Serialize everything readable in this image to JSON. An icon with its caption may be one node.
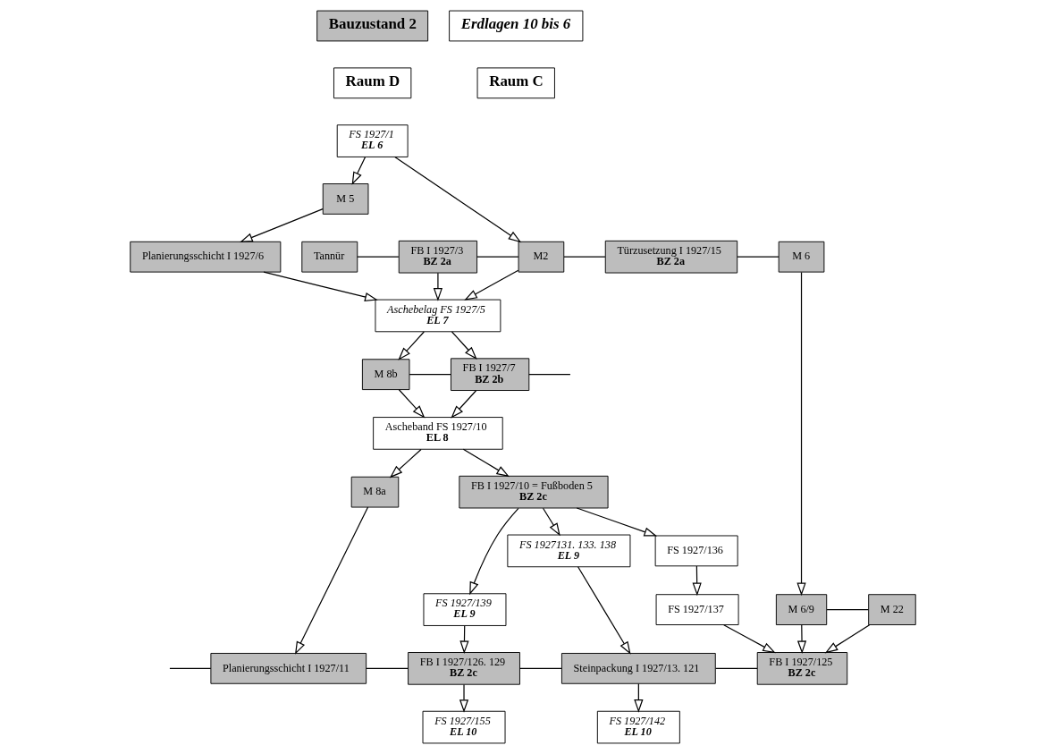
{
  "diagram": {
    "nodes": [
      {
        "text": [
          "Bauzustand 2"
        ]
      },
      {
        "text": [
          "Erdlagen 10 bis 6"
        ]
      },
      {
        "text": [
          "Raum D"
        ]
      },
      {
        "text": [
          "Raum C"
        ]
      },
      {
        "text": [
          "FS 1927/1",
          "EL 6"
        ]
      },
      {
        "text": [
          "M 5"
        ]
      },
      {
        "text": [
          "Tannūr"
        ]
      },
      {
        "text": [
          "FB I 1927/3",
          "BZ 2a"
        ]
      },
      {
        "text": [
          "M2"
        ]
      },
      {
        "text": [
          "Türzusetzung I 1927/15",
          "BZ 2a"
        ]
      },
      {
        "text": [
          "M 6"
        ]
      },
      {
        "text": [
          "Planierungsschicht I 1927/6"
        ]
      },
      {
        "text": [
          "Aschebelag FS 1927/5",
          "EL 7"
        ]
      },
      {
        "text": [
          "M 8b"
        ]
      },
      {
        "text": [
          "FB I 1927/7",
          "BZ 2b"
        ]
      },
      {
        "text": [
          "Ascheband FS 1927/10",
          "EL 8"
        ]
      },
      {
        "text": [
          "FB I 1927/10 = Fußboden 5",
          "BZ 2c"
        ]
      },
      {
        "text": [
          "M 8a"
        ]
      },
      {
        "text": [
          "FS 1927/139",
          "EL 9"
        ]
      },
      {
        "text": [
          "FS 1927131. 133. 138",
          "EL 9"
        ]
      },
      {
        "text": [
          "FS 1927/136"
        ]
      },
      {
        "text": [
          "FS 1927/137"
        ]
      },
      {
        "text": [
          "M 6/9"
        ]
      },
      {
        "text": [
          "M 22"
        ]
      },
      {
        "text": [
          "Planierungsschicht I 1927/11"
        ]
      },
      {
        "text": [
          "FB I 1927/126. 129",
          "BZ 2c"
        ]
      },
      {
        "text": [
          "Steinpackung I 1927/13. 121"
        ]
      },
      {
        "text": [
          "FB I 1927/125",
          "BZ 2c"
        ]
      },
      {
        "text": [
          "FS 1927/155",
          "EL 10"
        ]
      },
      {
        "text": [
          "FS 1927/142",
          "EL 10"
        ]
      }
    ],
    "edges": [
      {
        "from": 4,
        "to": 5,
        "arrow": "to"
      },
      {
        "from": 4,
        "to": 8,
        "arrow": "to"
      },
      {
        "from": 6,
        "to": 7,
        "arrow": "none"
      },
      {
        "from": 7,
        "to": 8,
        "arrow": "none"
      },
      {
        "from": 8,
        "to": 9,
        "arrow": "none"
      },
      {
        "from": 9,
        "to": 10,
        "arrow": "none"
      },
      {
        "from": 5,
        "to": 11,
        "arrow": "to"
      },
      {
        "from": 7,
        "to": 12,
        "arrow": "to"
      },
      {
        "from": 8,
        "to": 12,
        "arrow": "to"
      },
      {
        "from": 10,
        "to": 22,
        "arrow": "to"
      },
      {
        "from": 11,
        "to": 12,
        "arrow": "to"
      },
      {
        "from": 12,
        "to": 13,
        "arrow": "to"
      },
      {
        "from": 12,
        "to": 14,
        "arrow": "to"
      },
      {
        "from": 13,
        "to": 14,
        "arrow": "none"
      },
      {
        "from": 14,
        "to": null,
        "arrow": "none"
      },
      {
        "from": 13,
        "to": 15,
        "arrow": "to"
      },
      {
        "from": 14,
        "to": 15,
        "arrow": "to"
      },
      {
        "from": 15,
        "to": 17,
        "arrow": "to"
      },
      {
        "from": 15,
        "to": 16,
        "arrow": "to"
      },
      {
        "from": 16,
        "to": 18,
        "arrow": "to"
      },
      {
        "from": 16,
        "to": 19,
        "arrow": "to"
      },
      {
        "from": 16,
        "to": 20,
        "arrow": "to"
      },
      {
        "from": 20,
        "to": 21,
        "arrow": "to"
      },
      {
        "from": 22,
        "to": 23,
        "arrow": "none"
      },
      {
        "from": 17,
        "to": 24,
        "arrow": "to"
      },
      {
        "from": 18,
        "to": 25,
        "arrow": "to"
      },
      {
        "from": 19,
        "to": 26,
        "arrow": "to"
      },
      {
        "from": 21,
        "to": 27,
        "arrow": "to"
      },
      {
        "from": 22,
        "to": 27,
        "arrow": "to"
      },
      {
        "from": 23,
        "to": 27,
        "arrow": "to"
      },
      {
        "from": null,
        "to": 24,
        "arrow": "none"
      },
      {
        "from": 24,
        "to": 25,
        "arrow": "none"
      },
      {
        "from": 25,
        "to": 26,
        "arrow": "none"
      },
      {
        "from": 26,
        "to": 27,
        "arrow": "none"
      },
      {
        "from": 25,
        "to": 28,
        "arrow": "to"
      },
      {
        "from": 26,
        "to": 29,
        "arrow": "to"
      }
    ]
  }
}
